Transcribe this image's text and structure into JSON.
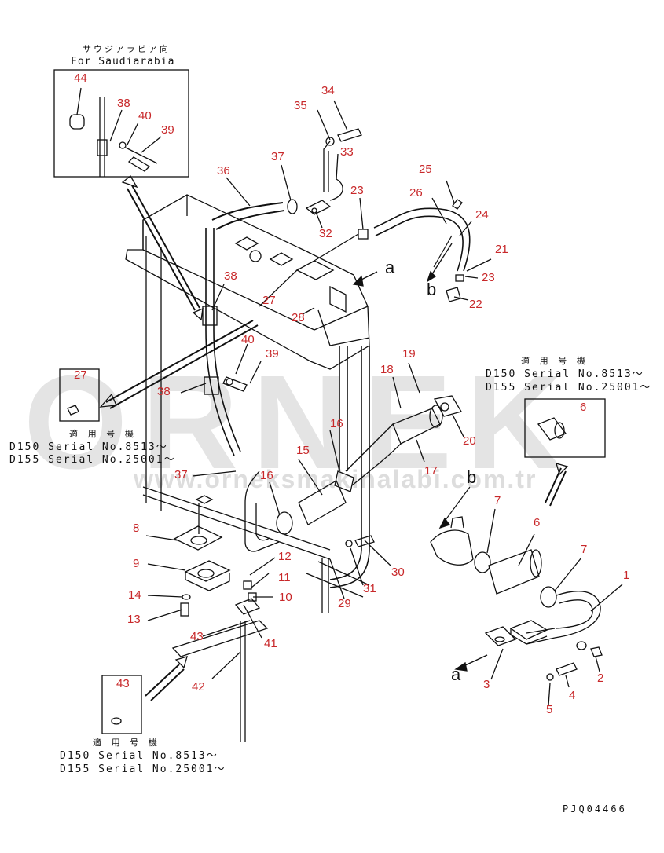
{
  "watermark": {
    "brand": "ORNEK",
    "url": "www.orneksmakinalabi.com.tr"
  },
  "inset_saudi": {
    "title_jp": "サウジアラビア向",
    "title_en": "For Saudiarabia",
    "labels": [
      "44",
      "38",
      "40",
      "39"
    ]
  },
  "inset_left": {
    "part": "27",
    "applicable_jp": "適 用 号 機",
    "serial_d150": "D150 Serial No.8513～",
    "serial_d155": "D155 Serial No.25001～"
  },
  "inset_right": {
    "part": "6",
    "applicable_jp": "適 用 号 機",
    "serial_d150": "D150 Serial No.8513～",
    "serial_d155": "D155 Serial No.25001～"
  },
  "inset_bottom": {
    "part": "43",
    "applicable_jp": "適 用 号 機",
    "serial_d150": "D150 Serial No.8513～",
    "serial_d155": "D155 Serial No.25001～"
  },
  "arrow_labels": {
    "a_top": "a",
    "b_top": "b",
    "b_right": "b",
    "a_bottom": "a"
  },
  "part_labels": [
    "1",
    "2",
    "3",
    "4",
    "5",
    "6",
    "7",
    "7",
    "8",
    "9",
    "10",
    "11",
    "12",
    "13",
    "14",
    "15",
    "16",
    "16",
    "17",
    "18",
    "19",
    "20",
    "21",
    "22",
    "23",
    "23",
    "24",
    "25",
    "26",
    "27",
    "28",
    "29",
    "30",
    "31",
    "32",
    "33",
    "34",
    "35",
    "36",
    "37",
    "37",
    "38",
    "39",
    "40",
    "41",
    "42",
    "43"
  ],
  "drawing_number": "PJQ04466",
  "colors": {
    "label": "#c8282a",
    "line": "#111111",
    "watermark": "#cfcfcf"
  }
}
